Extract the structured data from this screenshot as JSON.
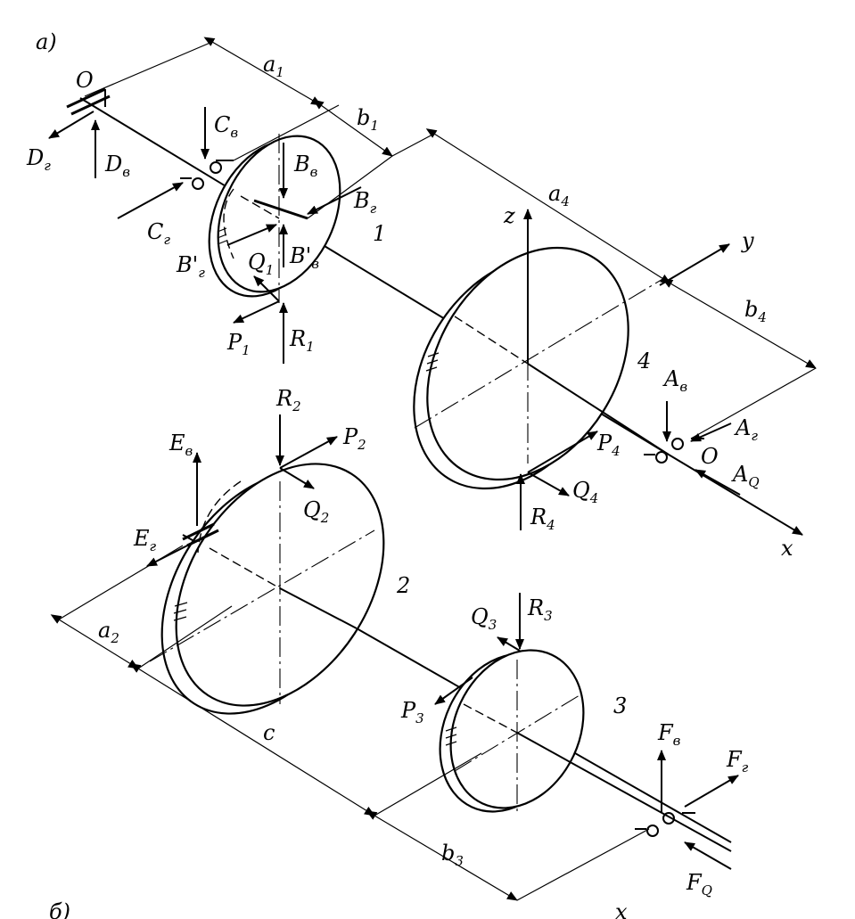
{
  "parts": {
    "a": "a)",
    "b": "б)"
  },
  "dimensions": {
    "a1": "a1",
    "b1": "b1",
    "a4": "a4",
    "b4": "b4",
    "a2": "a2",
    "c": "c",
    "b3": "b3"
  },
  "axes": {
    "x": "x",
    "y": "y",
    "z": "z",
    "origin": "O"
  },
  "gear_numbers": [
    "1",
    "2",
    "3",
    "4"
  ],
  "forces": {
    "D_h": "Dг",
    "D_v": "Dв",
    "C_v": "Cв",
    "C_h": "Cг",
    "B_v": "Bв",
    "B_h": "Bг",
    "B_h_prime": "B'г",
    "B_v_prime": "B'в",
    "Q1": "Q1",
    "P1": "P1",
    "R1": "R1",
    "A_v": "Aв",
    "A_h": "Aг",
    "A_Q": "AQ",
    "P4": "P4",
    "Q4": "Q4",
    "R4": "R4",
    "R2": "R2",
    "P2": "P2",
    "Q2": "Q2",
    "E_v": "Eв",
    "E_h": "Eг",
    "R3": "R3",
    "Q3": "Q3",
    "P3": "P3",
    "F_v": "Fв",
    "F_h": "Fг",
    "F_Q": "FQ"
  }
}
